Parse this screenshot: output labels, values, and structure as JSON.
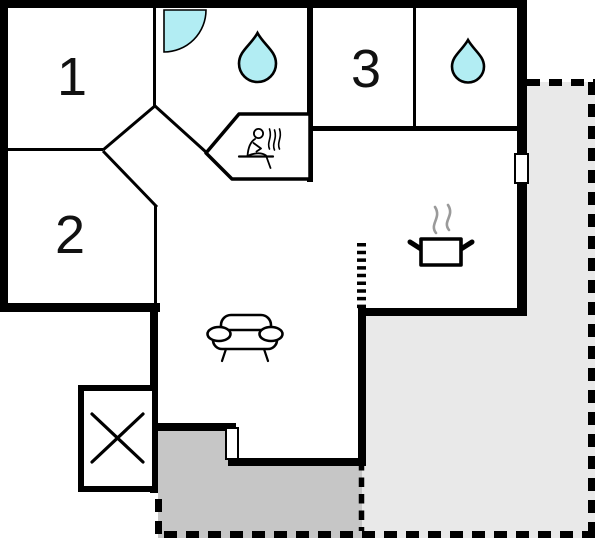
{
  "floor_plan": {
    "rooms": {
      "room1": {
        "label": "1"
      },
      "room2": {
        "label": "2"
      },
      "room3": {
        "label": "3"
      }
    },
    "icons": [
      "door-swing-icon",
      "water-drop-icon",
      "sauna-person-icon",
      "cooking-pot-icon",
      "sofa-icon",
      "cross-icon"
    ],
    "colors": {
      "water": "#b2edf3",
      "terrace-light": "#e9e9e9",
      "terrace-dark": "#c6c6c6",
      "wall": "#000000",
      "steam": "#9a9a9a",
      "bg": "#ffffff"
    }
  }
}
